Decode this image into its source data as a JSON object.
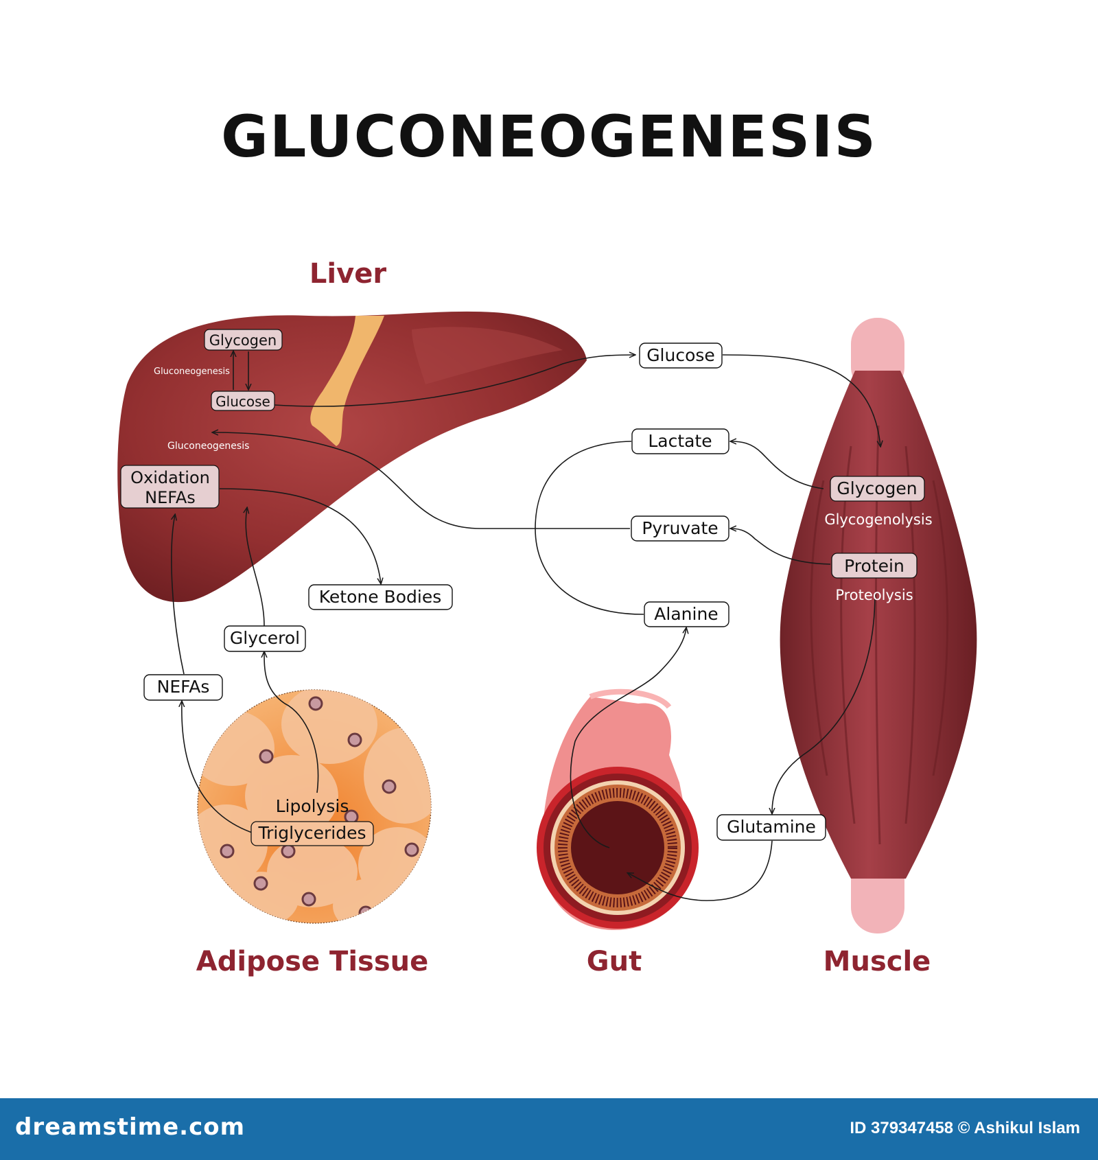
{
  "title": "GLUCONEOGENESIS",
  "organs": {
    "liver": "Liver",
    "adipose": "Adipose Tissue",
    "gut": "Gut",
    "muscle": "Muscle"
  },
  "liver_boxes": {
    "glycogen": "Glycogen",
    "glucose": "Glucose",
    "oxidation_line1": "Oxidation",
    "oxidation_line2": "NEFAs",
    "gluconeogenesis_upper": "Gluconeogenesis",
    "gluconeogenesis_lower": "Gluconeogenesis"
  },
  "flow_boxes": {
    "glucose": "Glucose",
    "lactate": "Lactate",
    "pyruvate": "Pyruvate",
    "alanine": "Alanine",
    "ketone_bodies": "Ketone Bodies",
    "glycerol": "Glycerol",
    "nefas": "NEFAs",
    "glutamine": "Glutamine"
  },
  "adipose_labels": {
    "lipolysis": "Lipolysis",
    "triglycerides": "Triglycerides"
  },
  "muscle_labels": {
    "glycogen": "Glycogen",
    "glycogenolysis": "Glycogenolysis",
    "protein": "Protein",
    "proteolysis": "Proteolysis"
  },
  "footer": {
    "brand": "dreamstime.com",
    "id_credit": "ID 379347458 © Ashikul Islam"
  },
  "colors": {
    "liver": "#8f2b2b",
    "label_red": "#8e2430",
    "fat_orange": "#f39a4a",
    "fat_cell": "#f6c29a",
    "gut_pink": "#f08f8f",
    "muscle": "#8b2e33",
    "tendon": "#f2b3b8",
    "footer_blue": "#1a6ea9"
  }
}
